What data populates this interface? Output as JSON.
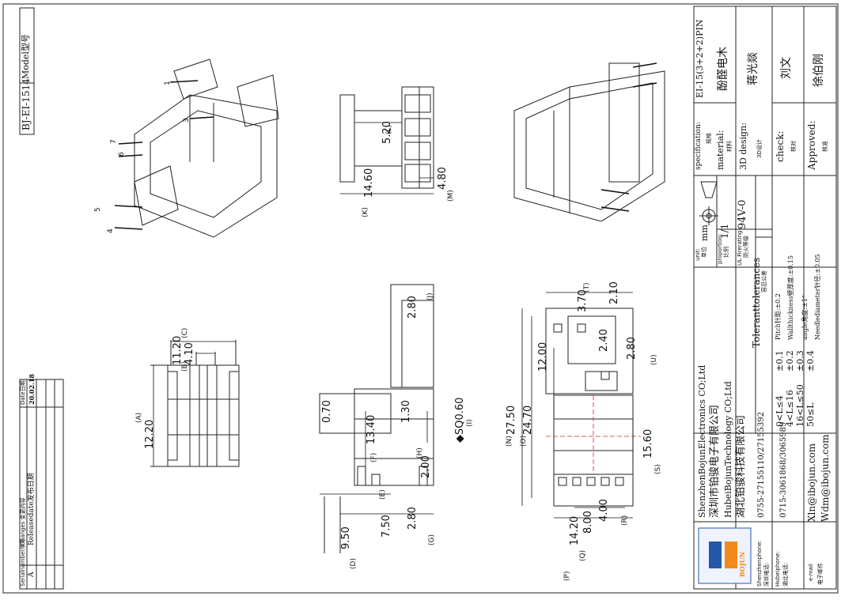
{
  "model": {
    "label": "Model型号",
    "value": "BJ-EI-1514"
  },
  "changes": {
    "headers": [
      "Serialnumber序号",
      "Changes 变更内容",
      "Date日期"
    ],
    "rows": [
      {
        "serial": "A",
        "content": "Releasedate发布日期",
        "date": "20.02.18"
      }
    ]
  },
  "spec": {
    "specification": {
      "label": "specification:",
      "cn": "规格",
      "value": "EI-15(3+2+2)PIN"
    },
    "material": {
      "label": "material:",
      "cn": "材料",
      "value": "酚醛电木"
    },
    "design": {
      "label": "3D design:",
      "cn": "3D设计",
      "value": "蒋光燚"
    },
    "check": {
      "label": "check:",
      "cn": "核对",
      "value": "刘文"
    },
    "approved": {
      "label": "Approved:",
      "cn": "核准",
      "value": "徐伯刚"
    }
  },
  "unit": {
    "label": "unit:",
    "cn": "单位",
    "value": "mm"
  },
  "proportion": {
    "label": "proportion:",
    "cn": "比例",
    "value": "1/1"
  },
  "fire": {
    "label": "UL Firerating:",
    "cn": "防火等级",
    "value": "94V-0"
  },
  "tolerances": {
    "title": "Toleranttolerances",
    "cn": "容忍公差",
    "general": [
      {
        "range": "0<L≤4",
        "tol": "±0.1"
      },
      {
        "range": "4<L≤16",
        "tol": "±0.2"
      },
      {
        "range": "16<L≤50",
        "tol": "±0.3"
      },
      {
        "range": "50≤L",
        "tol": "±0.4"
      }
    ],
    "special": [
      "Pitch针距:±0.2",
      "Wallthickness壁厚度:±0.15",
      "angle角度:±1°",
      "Needlediameter针径:±0.05"
    ]
  },
  "company": {
    "lines": [
      "ShenzhenBojunElectronics CO;Ltd",
      "深圳市铂骏电子有限公司",
      "HubeiBojunTechnology CO;Ltd",
      "湖北铂骏科技有限公司"
    ],
    "logo_text": "BOJUN",
    "contacts": [
      {
        "label": "Shenzhenphone:",
        "cn": "深圳电话:",
        "value": "0755-27155110/27155392"
      },
      {
        "label": "Hubeiphone:",
        "cn": "湖北电话:",
        "value": "0715-3061868/3065989"
      },
      {
        "label": "e-mail",
        "cn": "电子邮件",
        "value": "Xln@ibojun.com",
        "value2": "Wdm@ibojun.com"
      }
    ]
  },
  "dimensions": {
    "d_12_20": "12.20",
    "d_11_20": "11.20",
    "d_4_10": "4.10",
    "d_13_40": "13.40",
    "d_0_70": "0.70",
    "d_1_30": "1.30",
    "d_sq": "◆SQ0.60",
    "d_7_50": "7.50",
    "d_9_50": "9.50",
    "d_2_80a": "2.80",
    "d_2_80b": "2.80",
    "d_2_00": "2.00",
    "d_14_60": "14.60",
    "d_5_20": "5.20",
    "d_4_80": "4.80",
    "d_27_50": "27.50",
    "d_24_70": "24.70",
    "d_12_00": "12.00",
    "d_3_70": "3.70",
    "d_2_10": "2.10",
    "d_2_40": "2.40",
    "d_2_80c": "2.80",
    "d_15_60": "15.60",
    "d_14_20": "14.20",
    "d_8_00": "8.00",
    "d_4_00": "4.00"
  },
  "refs": {
    "A": "(A)",
    "B": "(B)",
    "C": "(C)",
    "D": "(D)",
    "E": "(E)",
    "F": "(F)",
    "G": "(G)",
    "H": "(H)",
    "I": "(I)",
    "J": "(J)",
    "K": "(K)",
    "L": "(L)",
    "M": "(M)",
    "N": "(N)",
    "O": "(O)",
    "P": "(P)",
    "Q": "(Q)",
    "R": "(R)",
    "S": "(S)",
    "T": "(T)",
    "U": "(U)"
  },
  "pins": {
    "p1": "1",
    "p3": "3",
    "p4": "4",
    "p5": "5",
    "p6": "6",
    "p7": "7"
  }
}
